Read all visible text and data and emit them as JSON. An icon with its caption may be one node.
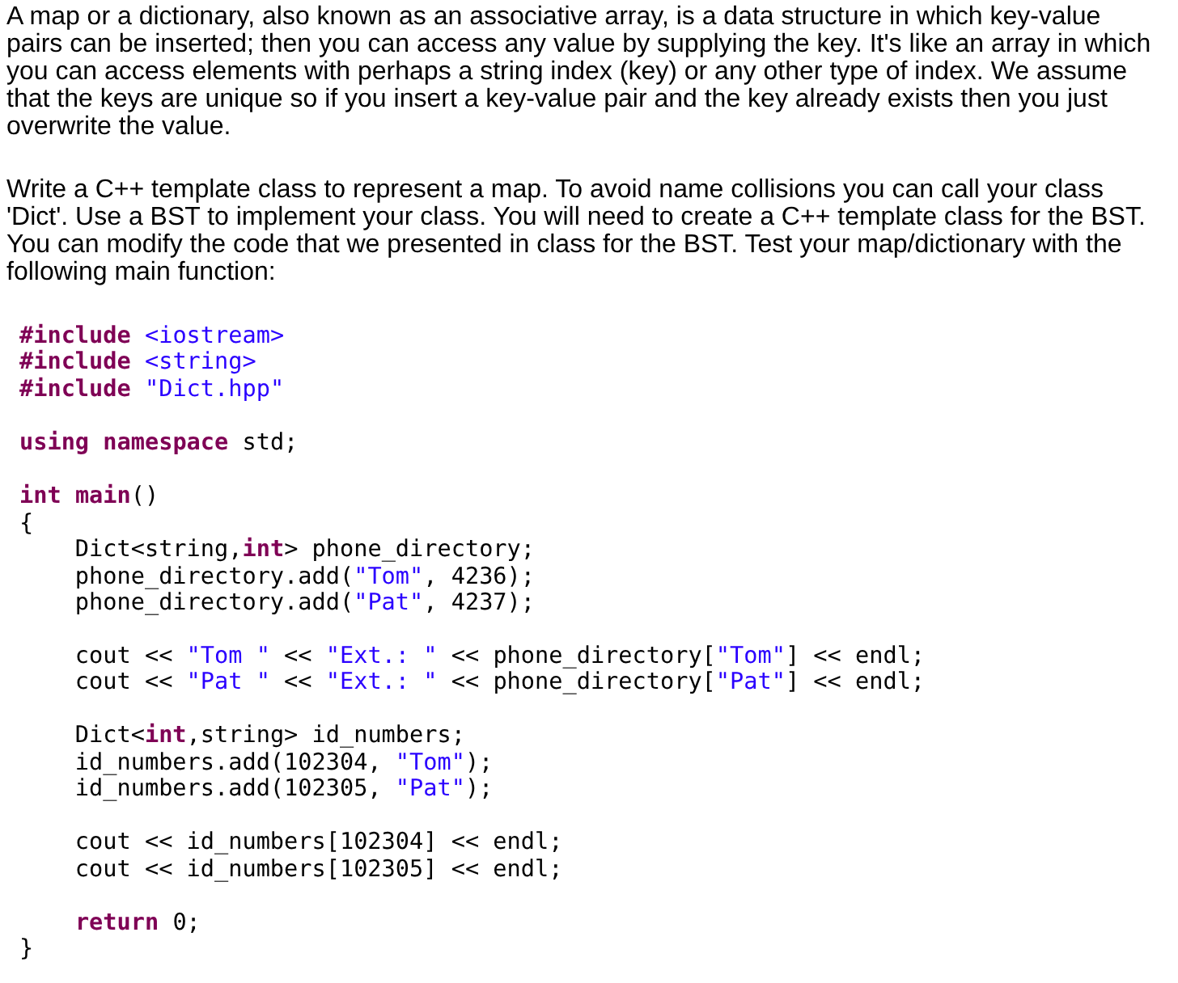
{
  "diagram": {
    "labels": [
      "A map or a dictionary, also known as an associative array, is a data structure in which key-value pairs can be inserted; then you can access any value by supplying the key. It's like an array in which you can access elements with perhaps a string index (key) or any other type of index. We assume that the keys are unique so if you insert a key-value pair and the key already exists then you just overwrite the value.",
      "Write a C++ template class to represent a map. To avoid name collisions you can call your class 'Dict'. Use a BST to implement your class. You will need to create a C++ template class for the BST. You can modify the code that we presented in class for the BST. Test your map/dictionary with the following main function:",
      "**#include** <iostream>",
      "**#include** <string>",
      "**#include** \"Dict.hpp\"",
      "**using** **namespace** std;",
      "**int** **main**()",
      "{",
      "    Dict<string,**int**> phone_directory;",
      "    phone_directory.add(\"Tom\", 4236);",
      "    phone_directory.add(\"Pat\", 4237);",
      "    cout << \"Tom \" << \"Ext.: \" << phone_directory[\"Tom\"] << endl;",
      "    cout << \"Pat \" << \"Ext.: \" << phone_directory[\"Pat\"] << endl;",
      "    Dict<**int**,string> id_numbers;",
      "    id_numbers.add(102304, \"Tom\");",
      "    id_numbers.add(102305, \"Pat\");",
      "    cout << id_numbers[102304] << endl;",
      "    cout << id_numbers[102305] << endl;",
      "    **return** 0;",
      "}"
    ]
  }
}
